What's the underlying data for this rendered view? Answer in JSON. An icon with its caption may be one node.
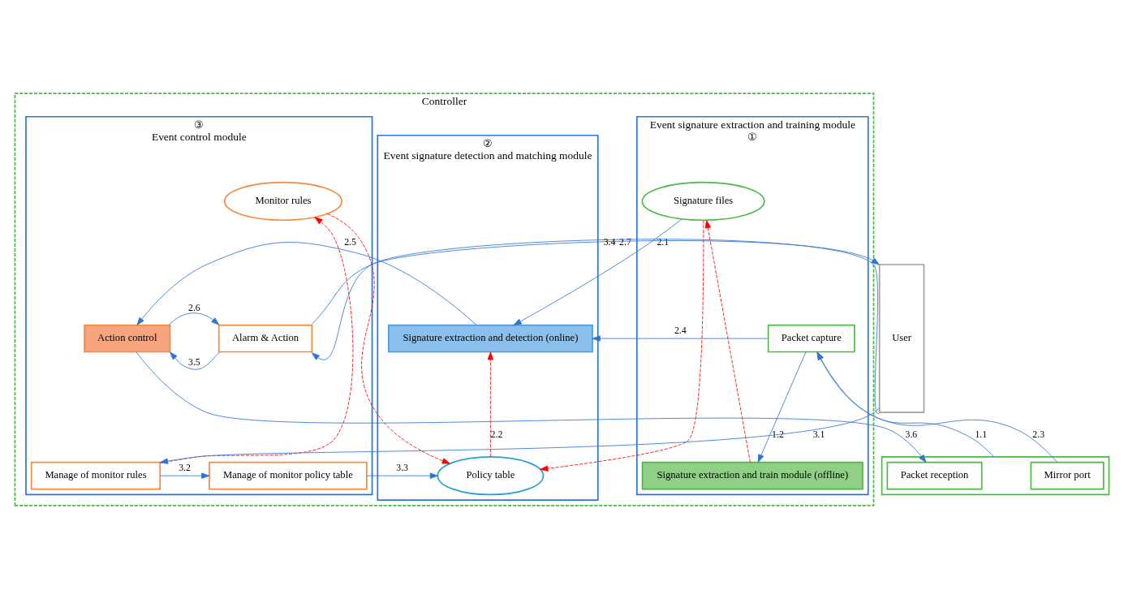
{
  "diagram": {
    "nodes": [
      {
        "text": [
          "Controller"
        ]
      },
      {
        "text": [
          "Event signature extraction and training module",
          "①"
        ],
        "in": 0
      },
      {
        "text": [
          "Signature files"
        ],
        "in": 1
      },
      {
        "text": [
          "Signature extraction and train module (offline)"
        ],
        "in": 1
      },
      {
        "text": [
          "Packet capture"
        ],
        "in": 1
      },
      {
        "text": [
          "②",
          "Event signature detection and matching module"
        ],
        "in": 0
      },
      {
        "text": [
          "Policy table"
        ],
        "in": 5
      },
      {
        "text": [
          "Signature extraction and detection (online)"
        ],
        "in": 5
      },
      {
        "text": [
          "③",
          "Event control module"
        ],
        "in": 0
      },
      {
        "text": [
          "Monitor rules"
        ],
        "in": 8
      },
      {
        "text": [
          "Manage of monitor policy table"
        ],
        "in": 8
      },
      {
        "text": [
          "Manage of monitor rules"
        ],
        "in": 8
      },
      {
        "text": [
          "Action control"
        ],
        "in": 8
      },
      {
        "text": [
          "Alarm & Action"
        ],
        "in": 8
      },
      {
        "text": [
          "User"
        ]
      },
      {
        "text": [],
        "shape": "box"
      },
      {
        "text": [
          "Mirror port"
        ],
        "in": 15
      },
      {
        "text": [
          "Packet reception"
        ],
        "in": 15
      }
    ],
    "edges": [
      {
        "from": 15,
        "to": 4,
        "arrow": "to",
        "label": "1.1"
      },
      {
        "from": 16,
        "to": 4,
        "arrow": "to",
        "label": "2.3"
      },
      {
        "from": 4,
        "to": 3,
        "arrow": "to",
        "label": "1.2"
      },
      {
        "from": 3,
        "to": 2,
        "arrow": "to",
        "style": "dashed",
        "color": "#ff0000"
      },
      {
        "from": 2,
        "to": 6,
        "arrow": "to",
        "style": "dashed",
        "color": "#ff0000"
      },
      {
        "from": 2,
        "to": 7,
        "arrow": "to",
        "label": "2.1"
      },
      {
        "from": 6,
        "to": 7,
        "arrow": "to",
        "label": "2.2",
        "style": "dashed",
        "color": "#ff0000"
      },
      {
        "from": 4,
        "to": 7,
        "arrow": "to",
        "label": "2.4"
      },
      {
        "from": 9,
        "to": 6,
        "arrow": "to",
        "style": "dashed",
        "color": "#ff0000"
      },
      {
        "from": 11,
        "to": 9,
        "arrow": "to",
        "style": "dashed",
        "color": "#ff0000"
      },
      {
        "from": 14,
        "to": 11,
        "arrow": "to",
        "label": "3.1"
      },
      {
        "from": 11,
        "to": 10,
        "arrow": "to",
        "label": "3.2"
      },
      {
        "from": 10,
        "to": 6,
        "arrow": "to",
        "label": "3.3"
      },
      {
        "from": 7,
        "to": 12,
        "arrow": "to",
        "label": "2.5"
      },
      {
        "from": 12,
        "to": 13,
        "arrow": "to",
        "label": "2.6"
      },
      {
        "from": 13,
        "to": 12,
        "arrow": "to",
        "label": "3.5"
      },
      {
        "from": 13,
        "to": 14,
        "arrow": "to",
        "label": "2.7"
      },
      {
        "from": 14,
        "to": 13,
        "arrow": "to",
        "label": "3.4"
      },
      {
        "from": 12,
        "to": 17,
        "arrow": "to",
        "label": "3.6"
      }
    ]
  }
}
